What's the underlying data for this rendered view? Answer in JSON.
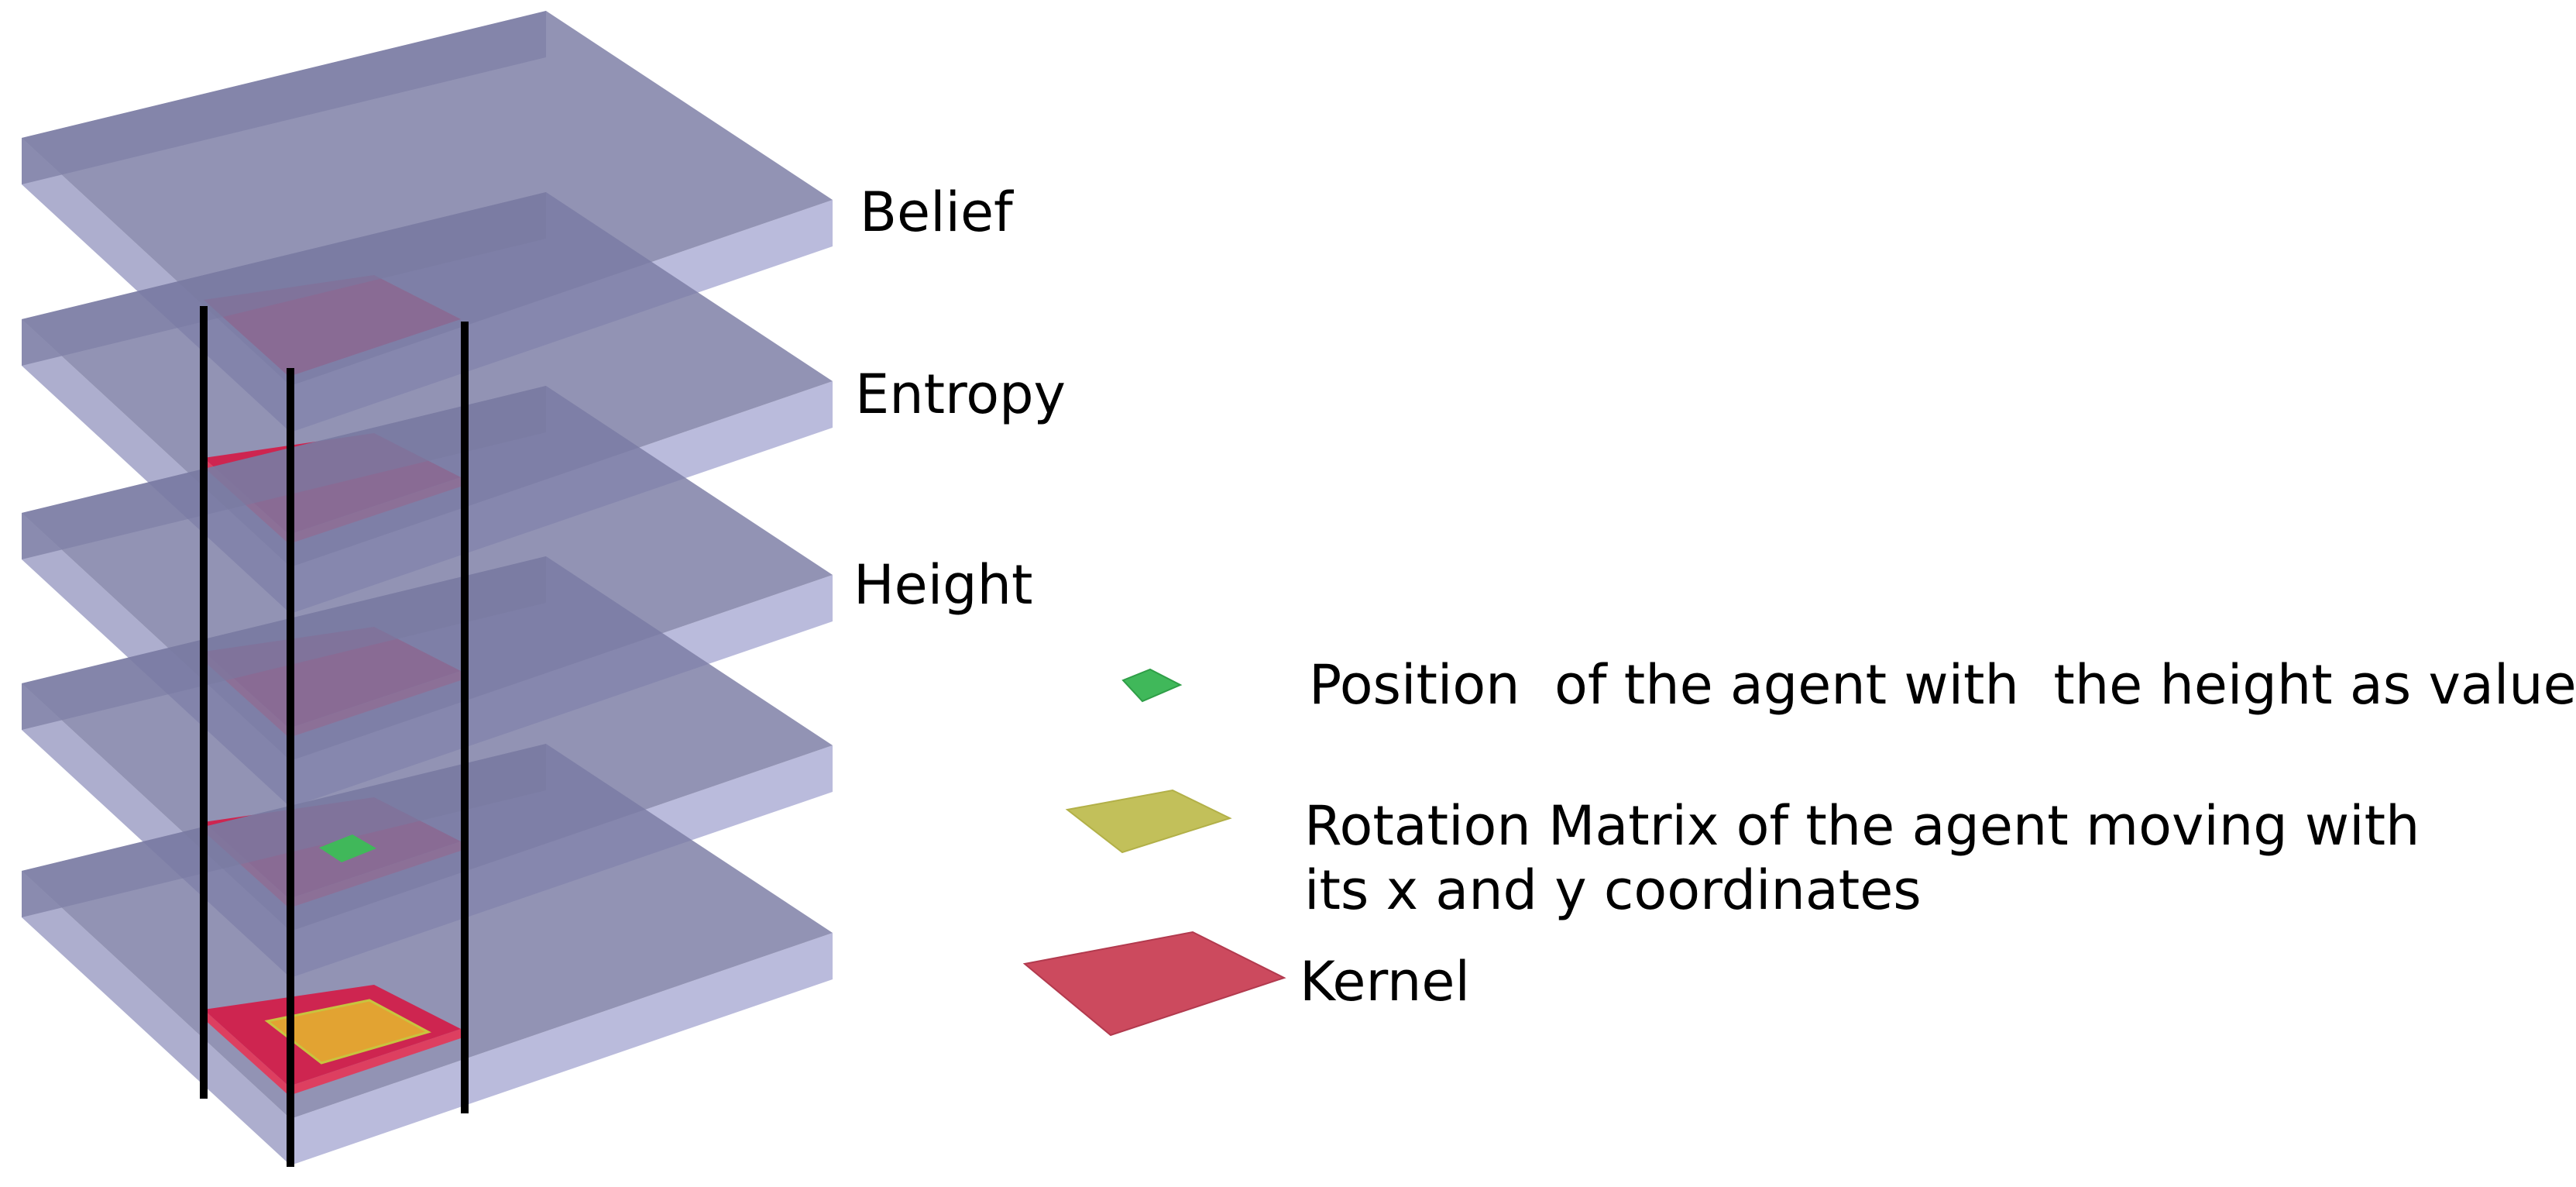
{
  "layers": [
    {
      "label": "Belief"
    },
    {
      "label": "Entropy"
    },
    {
      "label": "Height"
    },
    {
      "label": ""
    },
    {
      "label": ""
    }
  ],
  "legend": [
    {
      "kind": "position",
      "lines": [
        "Position  of the agent with  the height as value"
      ],
      "color": "#3fb554"
    },
    {
      "kind": "rotation",
      "lines": [
        "Rotation Matrix of the agent moving with",
        "its x and y coordinates"
      ],
      "color": "#c2c05a"
    },
    {
      "kind": "kernel",
      "lines": [
        "Kernel"
      ],
      "color": "#cc4a5e"
    }
  ],
  "colors": {
    "layer_top": "#7a7ba3",
    "layer_front": "#9fa0c6",
    "layer_side": "#b3b4d8",
    "kernel": "#d21f4b",
    "kernel_edge": "#e23a5c",
    "rotation_patch": "#e3aa30",
    "rotation_edge": "#c8c43e",
    "agent_position": "#40b85a",
    "axis_lines": "#000000"
  }
}
